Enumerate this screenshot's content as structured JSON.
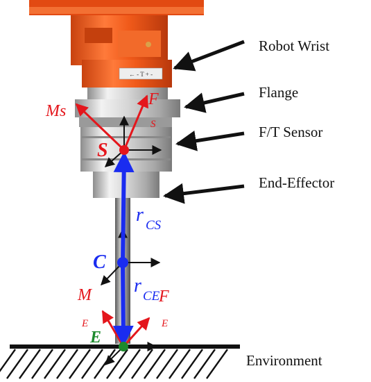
{
  "labels": {
    "robot_wrist": "Robot Wrist",
    "flange": "Flange",
    "ft_sensor": "F/T Sensor",
    "end_effector": "End-Effector",
    "environment": "Environment",
    "wrist_marking": "← - T + -"
  },
  "symbols": {
    "m_s": "Ms",
    "f_s_main": "F",
    "f_s_sub": "S",
    "s_point": "S",
    "r_cs_main": "r",
    "r_cs_sub": "CS",
    "c_point": "C",
    "m_e_main": "M",
    "m_e_sub": "E",
    "r_ce_main": "r",
    "r_ce_sub": "CE",
    "f_e_main": "F",
    "f_e_sub": "E",
    "e_point": "E"
  },
  "colors": {
    "robot_orange": "#f05a1a",
    "force_red": "#e4161c",
    "vector_blue": "#1a2cf0",
    "point_green": "#1c8a2c",
    "frame_black": "#111111",
    "metal": "#c8c8c8"
  }
}
